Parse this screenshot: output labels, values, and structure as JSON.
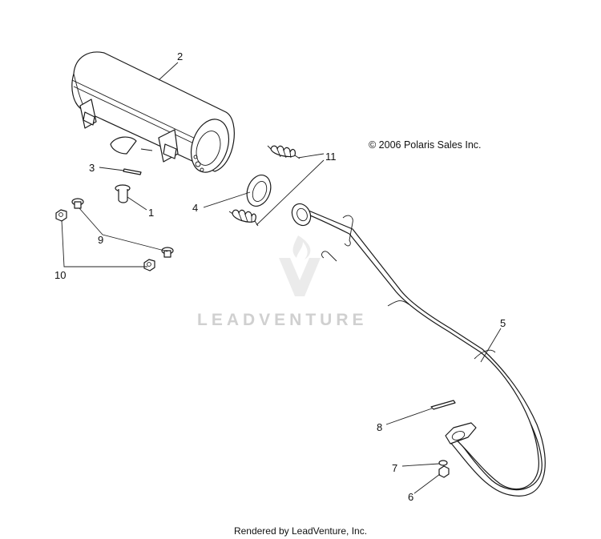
{
  "copyright": "© 2006 Polaris Sales Inc.",
  "watermark": {
    "text": "LEADVENTURE",
    "icon": "leadventure-logo-icon"
  },
  "footer": "Rendered by LeadVenture, Inc.",
  "callouts": [
    {
      "id": "1",
      "part": "bushing"
    },
    {
      "id": "2",
      "part": "muffler"
    },
    {
      "id": "3",
      "part": "pin"
    },
    {
      "id": "4",
      "part": "gasket"
    },
    {
      "id": "5",
      "part": "head-pipe"
    },
    {
      "id": "6",
      "part": "nut"
    },
    {
      "id": "7",
      "part": "washer"
    },
    {
      "id": "8",
      "part": "gasket-strip"
    },
    {
      "id": "9",
      "part": "bolt"
    },
    {
      "id": "10",
      "part": "nut"
    },
    {
      "id": "11",
      "part": "spring"
    }
  ]
}
